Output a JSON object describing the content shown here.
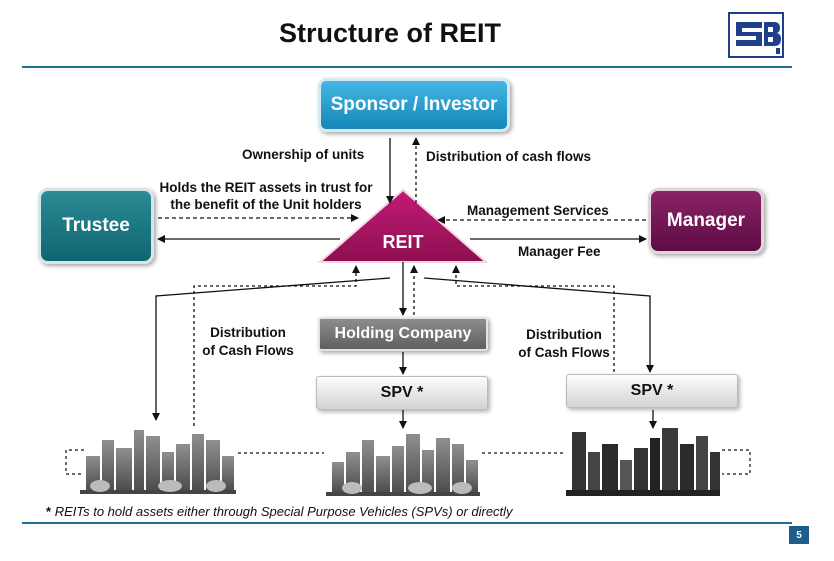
{
  "title": "Structure of REIT",
  "logo_text": "SEBI",
  "nodes": {
    "sponsor": "Sponsor / Investor",
    "trustee": "Trustee",
    "manager": "Manager",
    "reit": "REIT",
    "holding": "Holding Company",
    "spv_left": "SPV *",
    "spv_right": "SPV *"
  },
  "labels": {
    "ownership": "Ownership of units",
    "distribution_top": "Distribution of cash flows",
    "trust_line1": "Holds the REIT assets in trust for",
    "trust_line2": "the benefit of the Unit holders",
    "mgmt_services": "Management Services",
    "manager_fee": "Manager Fee",
    "dist_left_1": "Distribution",
    "dist_left_2": "of Cash Flows",
    "dist_right_1": "Distribution",
    "dist_right_2": "of Cash Flows"
  },
  "footnote_star": "*",
  "footnote": "REITs to hold assets either through Special Purpose Vehicles (SPVs) or directly",
  "page_number": "5",
  "colors": {
    "accent_rule": "#1e6f98",
    "sponsor": "#1f97c9",
    "trustee": "#147079",
    "manager": "#6e1450",
    "reit": "#a3155f",
    "holding": "#6f6f6f"
  }
}
